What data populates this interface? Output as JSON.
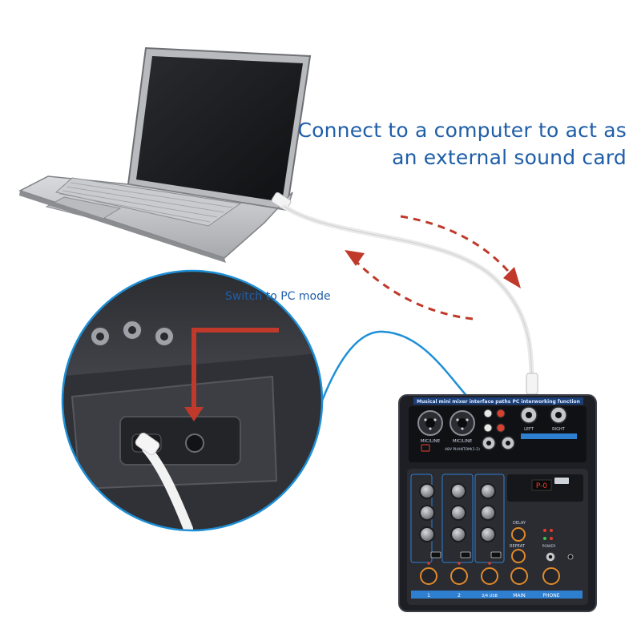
{
  "headline": {
    "line1": "Connect to a computer to act as",
    "line2": "an external sound card"
  },
  "callout": {
    "label": "Switch to PC mode"
  },
  "mixer": {
    "banner": "Musical mini mixer interface paths PC interworking function",
    "channel_labels": [
      "1",
      "2",
      "3/4 USB",
      "MAIN",
      "PHONE"
    ],
    "delay_label": "DELAY",
    "repeat_label": "REPEAT",
    "input_label_1": "MIC/LINE",
    "input_label_2": "MIC/LINE",
    "phantom_label": "48V PHANTOM(1-2)",
    "left_label": "LEFT",
    "right_label": "RIGHT",
    "power_label": "POWER",
    "display_readout": "P-0"
  },
  "colors": {
    "text_accent": "#1f5ea8",
    "arrow_red": "#c0392b",
    "cable_blue": "#1e8fd6",
    "mixer_body": "#1d1f24",
    "mixer_label_blue": "#2f7fd1",
    "knob_orange": "#e0892b"
  }
}
